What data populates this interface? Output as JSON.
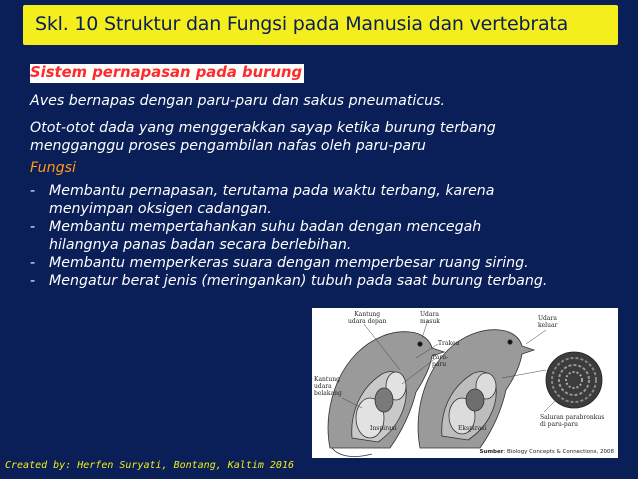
{
  "header": {
    "title": "Skl. 10 Struktur dan Fungsi pada Manusia dan vertebrata"
  },
  "content": {
    "heading": "Sistem pernapasan pada burung",
    "para1": "Aves bernapas dengan paru-paru dan sakus pneumaticus.",
    "para2_line1": "Otot-otot dada yang menggerakkan sayap ketika burung terbang",
    "para2_line2": "mengganggu proses pengambilan nafas oleh paru-paru",
    "fungsi_label": "Fungsi",
    "fungsi_items": [
      {
        "line1": "Membantu pernapasan, terutama pada waktu terbang, karena",
        "line2": "menyimpan oksigen cadangan."
      },
      {
        "line1": "Membantu mempertahankan suhu badan dengan mencegah",
        "line2": "hilangnya panas badan secara berlebihan."
      },
      {
        "line1": "Membantu memperkeras suara dengan memperbesar ruang siring.",
        "line2": ""
      },
      {
        "line1": "Mengatur berat jenis (meringankan) tubuh pada saat burung terbang.",
        "line2": ""
      }
    ],
    "dash": "-"
  },
  "figure": {
    "labels": {
      "kantung_depan": "Kantung\nudara depan",
      "udara_masuk": "Udara\nmasuk",
      "udara_keluar": "Udara\nkeluar",
      "trakea": "Trakea",
      "paru_paru": "Paru-\nparu",
      "kantung_belakang": "Kantung\nudara\nbelakang",
      "saluran": "Saluran parabronkus\ndi paru-paru",
      "inspirasi": "Inspirasi",
      "ekspirasi": "Ekspirasi"
    },
    "source_label": "Sumber",
    "source_text": ": Biology Concepts & Connections, 2008"
  },
  "footer": {
    "credit": "Created by: Herfen Suryati, Bontang, Kaltim 2016"
  },
  "colors": {
    "background": "#0a1e57",
    "title_bar": "#f3ee1c",
    "heading": "#ff2a2a",
    "fungsi": "#ff9a1a",
    "body_text": "#ffffff"
  }
}
